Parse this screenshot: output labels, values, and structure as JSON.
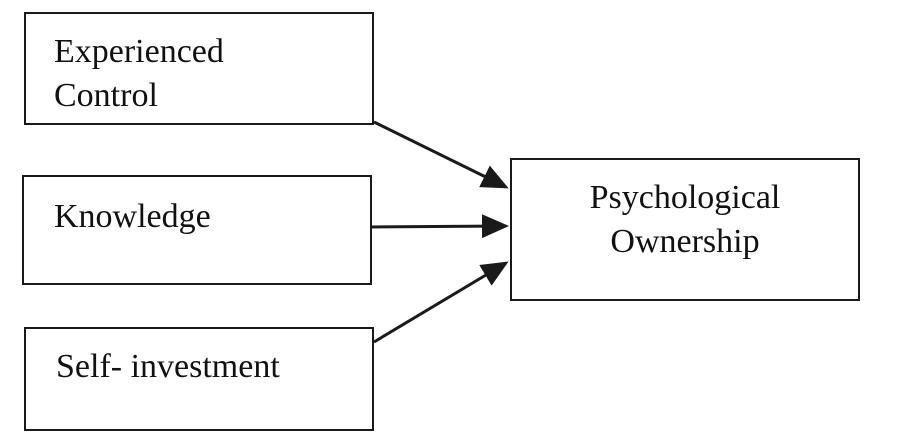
{
  "diagram": {
    "nodes": [
      {
        "id": "experienced_control",
        "label": "Experienced\nControl"
      },
      {
        "id": "knowledge",
        "label": "Knowledge"
      },
      {
        "id": "self_investment",
        "label": "Self- investment"
      },
      {
        "id": "psychological_ownership",
        "label": "Psychological\nOwnership"
      }
    ],
    "edges": [
      {
        "from": "experienced_control",
        "to": "psychological_ownership"
      },
      {
        "from": "knowledge",
        "to": "psychological_ownership"
      },
      {
        "from": "self_investment",
        "to": "psychological_ownership"
      }
    ],
    "colors": {
      "stroke": "#1a1a1a",
      "background": "#ffffff",
      "text": "#111111"
    }
  }
}
